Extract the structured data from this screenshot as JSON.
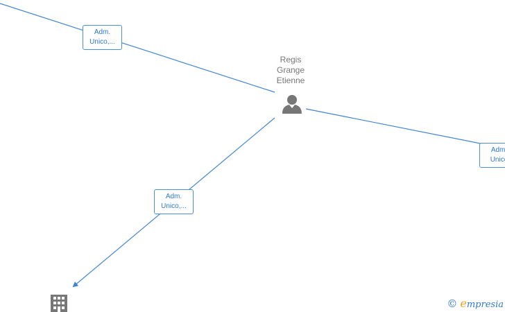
{
  "graph": {
    "person": {
      "name_lines": [
        "Regis",
        "Grange",
        "Etienne"
      ],
      "icon": "person-icon"
    },
    "company": {
      "icon": "building-icon"
    },
    "edges": [
      {
        "id": "top-left",
        "label_lines": [
          "Adm.",
          "Unico,..."
        ]
      },
      {
        "id": "right",
        "label_lines": [
          "Adm.",
          "Unico"
        ]
      },
      {
        "id": "bottom-left",
        "label_lines": [
          "Adm.",
          "Unico,..."
        ]
      }
    ]
  },
  "footer": {
    "copyright_symbol": "©",
    "brand_first_letter": "e",
    "brand_rest": "mpresia"
  },
  "colors": {
    "edge": "#3f85d2",
    "label_border": "#4a8fd6",
    "label_text": "#2f78c8",
    "node_icon": "#777777",
    "brand_blue": "#2f79c8",
    "brand_orange": "#f0a020"
  }
}
